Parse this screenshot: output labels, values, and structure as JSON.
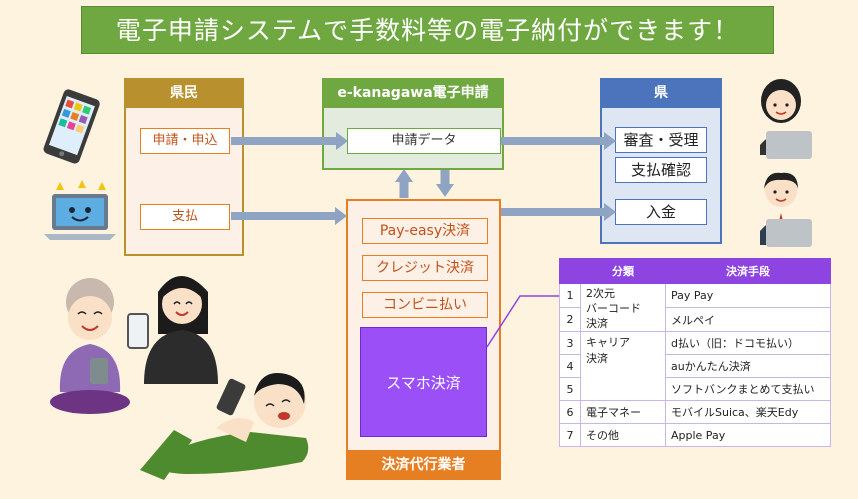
{
  "title": "電子申請システムで手数料等の電子納付ができます！",
  "kenmin": {
    "header": "県民",
    "apply": "申請・申込",
    "pay": "支払"
  },
  "ekanagawa": {
    "header": "e-kanagawa電子申請",
    "data": "申請データ"
  },
  "ken": {
    "header": "県",
    "review": "審査・受理",
    "confirm": "支払確認",
    "deposit": "入金"
  },
  "agent": {
    "footer": "決済代行業者",
    "methods": [
      "Pay-easy決済",
      "クレジット決済",
      "コンビニ払い"
    ],
    "smartphone": "スマホ決済"
  },
  "payment_table": {
    "headers": {
      "category": "分類",
      "method": "決済手段"
    },
    "numbers": [
      "1",
      "2",
      "3",
      "4",
      "5",
      "6",
      "7"
    ],
    "categories": {
      "barcode_line1": "2次元",
      "barcode_line2": "バーコード",
      "barcode_line3": "決済",
      "carrier_line1": "キャリア",
      "carrier_line2": "決済",
      "emoney": "電子マネー",
      "other": "その他"
    },
    "methods": [
      "Pay Pay",
      "メルペイ",
      "d払い（旧：ドコモ払い）",
      "auかんたん決済",
      "ソフトバンクまとめて支払い",
      "モバイルSuica、楽天Edy",
      "Apple Pay"
    ]
  },
  "colors": {
    "background": "#fdf3df",
    "title_green": "#6fa840",
    "kenmin_gold": "#b8912e",
    "ken_blue": "#4c74bd",
    "agent_orange": "#e67e22",
    "smartphone_purple": "#9a4ff7",
    "table_purple": "#8e44e0",
    "arrow_blue": "#7f96b8"
  },
  "icons": [
    "smartphone-icon",
    "laptop-icon",
    "staff-woman-icon",
    "staff-man-icon",
    "family-illustration"
  ]
}
